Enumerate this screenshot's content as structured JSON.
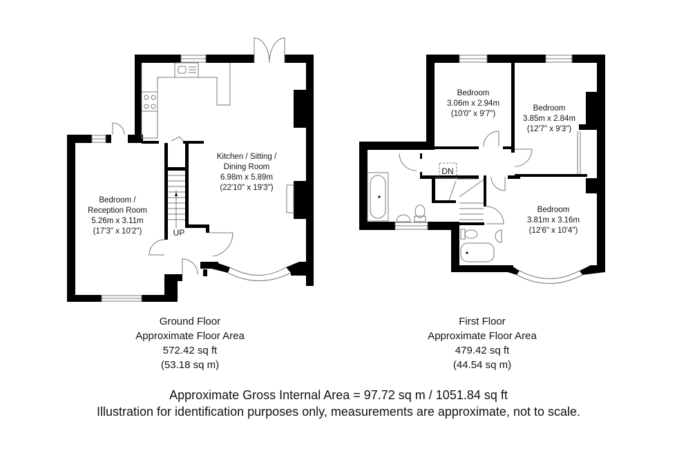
{
  "ground_floor": {
    "rooms": [
      {
        "name_lines": [
          "Bedroom /",
          "Reception Room"
        ],
        "metric": "5.26m x 3.11m",
        "imperial": "(17'3\" x 10'2\")"
      },
      {
        "name_lines": [
          "Kitchen / Sitting /",
          "Dining Room"
        ],
        "metric": "6.98m x 5.89m",
        "imperial": "(22'10\" x 19'3\")"
      }
    ],
    "stair_label": "UP",
    "caption": {
      "title": "Ground Floor",
      "subtitle": "Approximate Floor Area",
      "area_sqft": "572.42 sq ft",
      "area_sqm": "(53.18 sq m)"
    }
  },
  "first_floor": {
    "rooms": [
      {
        "name_lines": [
          "Bedroom"
        ],
        "metric": "3.06m x 2.94m",
        "imperial": "(10'0\" x 9'7\")"
      },
      {
        "name_lines": [
          "Bedroom"
        ],
        "metric": "3.85m x 2.84m",
        "imperial": "(12'7\" x 9'3\")"
      },
      {
        "name_lines": [
          "Bedroom"
        ],
        "metric": "3.81m x 3.16m",
        "imperial": "(12'6\" x 10'4\")"
      }
    ],
    "stair_label": "DN",
    "caption": {
      "title": "First Floor",
      "subtitle": "Approximate Floor Area",
      "area_sqft": "479.42 sq ft",
      "area_sqm": "(44.54 sq m)"
    }
  },
  "footer": {
    "gross_area": "Approximate Gross Internal Area = 97.72 sq m / 1051.84 sq ft",
    "disclaimer": "Illustration for identification purposes only, measurements are approximate, not to scale."
  },
  "colors": {
    "wall": "#000000",
    "fixture_line": "#777777",
    "background": "#ffffff"
  }
}
